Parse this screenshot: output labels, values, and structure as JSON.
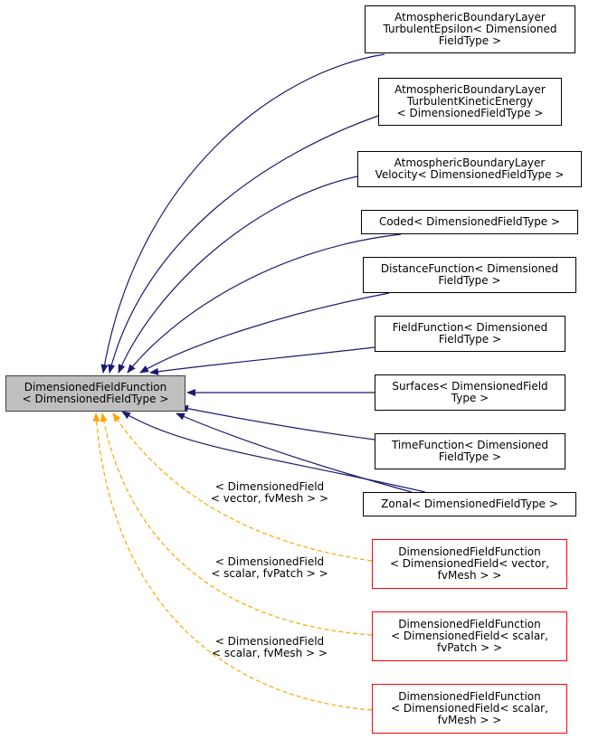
{
  "colors": {
    "inherit_edge": "#191970",
    "template_edge": "#ffa500",
    "base_fill": "#bfbfbf",
    "template_border": "#ff0000"
  },
  "base": {
    "label": "DimensionedFieldFunction\n< DimensionedFieldType >"
  },
  "derived": [
    {
      "id": "abl-epsilon",
      "label": "AtmosphericBoundaryLayer\nTurbulentEpsilon< Dimensioned\nFieldType >"
    },
    {
      "id": "abl-k",
      "label": "AtmosphericBoundaryLayer\nTurbulentKineticEnergy\n< DimensionedFieldType >"
    },
    {
      "id": "abl-velocity",
      "label": "AtmosphericBoundaryLayer\nVelocity< DimensionedFieldType >"
    },
    {
      "id": "coded",
      "label": "Coded< DimensionedFieldType >"
    },
    {
      "id": "distance",
      "label": "DistanceFunction< Dimensioned\nFieldType >"
    },
    {
      "id": "field",
      "label": "FieldFunction< Dimensioned\nFieldType >"
    },
    {
      "id": "surfaces",
      "label": "Surfaces< DimensionedField\nType >"
    },
    {
      "id": "time",
      "label": "TimeFunction< Dimensioned\nFieldType >"
    },
    {
      "id": "zonal",
      "label": "Zonal< DimensionedFieldType >"
    }
  ],
  "templates": [
    {
      "id": "vector-fvmesh",
      "label": "DimensionedFieldFunction\n< DimensionedField< vector,\nfvMesh > >",
      "edge_label": "< DimensionedField\n< vector, fvMesh > >"
    },
    {
      "id": "scalar-fvpatch",
      "label": "DimensionedFieldFunction\n< DimensionedField< scalar,\nfvPatch > >",
      "edge_label": "< DimensionedField\n< scalar, fvPatch > >"
    },
    {
      "id": "scalar-fvmesh",
      "label": "DimensionedFieldFunction\n< DimensionedField< scalar,\nfvMesh > >",
      "edge_label": "< DimensionedField\n< scalar, fvMesh > >"
    }
  ]
}
